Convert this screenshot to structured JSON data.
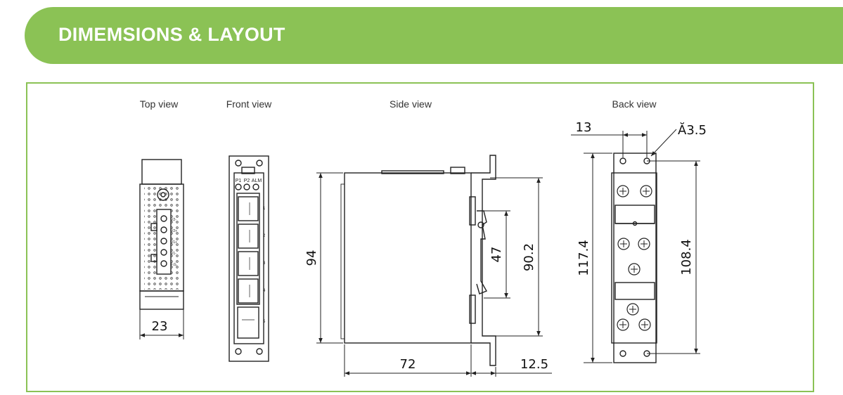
{
  "header": {
    "title": "DIMEMSIONS & LAYOUT"
  },
  "colors": {
    "accent": "#8bc255",
    "line": "#222222"
  },
  "views": {
    "top": "Top view",
    "front": "Front view",
    "side": "Side view",
    "back": "Back view"
  },
  "dimensions": {
    "top_width": "23",
    "side_height": "94",
    "side_depth": "72",
    "side_rail_offset": "12.5",
    "rail_height": "47",
    "side_inner_height": "90.2",
    "back_total_height": "117.4",
    "back_hole_spacing": "108.4",
    "back_hole_offset": "13",
    "back_hole_diameter": "Ă3.5"
  },
  "front_panel": {
    "leds": [
      "P1",
      "P2",
      "ALM"
    ],
    "ports": [
      "1",
      "2",
      "3",
      "4",
      "5"
    ]
  },
  "terminal": {
    "pins": [
      "V2-",
      "V2+",
      "V1+",
      "V1-",
      "F.G."
    ]
  }
}
